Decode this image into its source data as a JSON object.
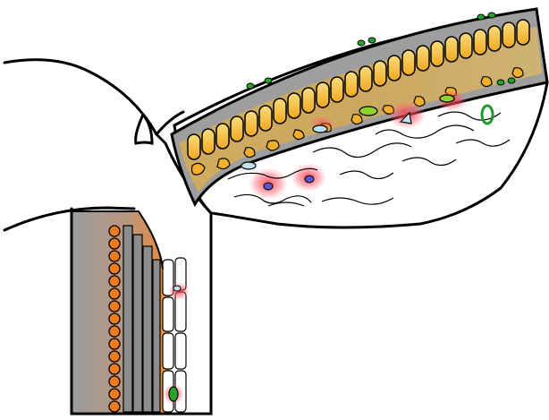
{
  "figure": {
    "colors": {
      "outline": "#000000",
      "background": "#ffffff",
      "epidermis_gray": "#9b9b9b",
      "palisade_yellow": "#f2b32c",
      "palisade_light": "#f8d670",
      "stem_orange": "#e7762a",
      "orange_cells": "#f07b1b",
      "green_dots": "#2aa52a",
      "stoma_green": "#8fd12f",
      "blue_cells": "#bfe1f0",
      "purple_nucleus": "#5a58c9",
      "red_glow": "#f04a5a"
    },
    "icons": [
      "leaf-section",
      "stem-section",
      "stoma",
      "nucleus",
      "chloroplast"
    ]
  }
}
